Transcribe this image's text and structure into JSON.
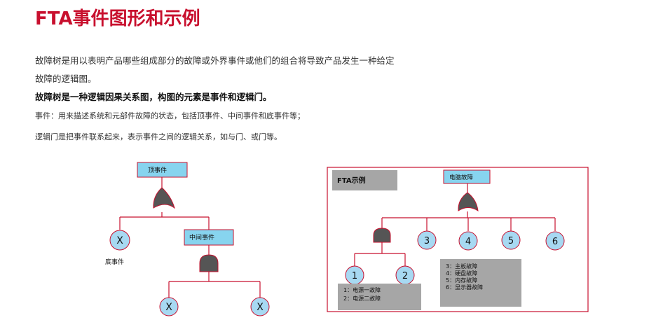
{
  "title": "FTA事件图形和示例",
  "paragraphs": {
    "line1": "故障树是用以表明产品哪些组成部分的故障或外界事件或他们的组合将导致产品发生一种给定",
    "line2": "故障的逻辑图。",
    "line3": "故障树是一种逻辑因果关系图，构图的元素是事件和逻辑门。",
    "line4": "事件：用来描述系统和元部件故障的状态，包括顶事件、中间事件和底事件等；",
    "line5": "逻辑门是把事件联系起来，表示事件之间的逻辑关系，如与门、或门等。"
  },
  "left_diagram": {
    "top_event": "顶事件",
    "middle_event": "中间事件",
    "bottom_event_label": "底事件",
    "basic_event_symbol": "X"
  },
  "example": {
    "label": "FTA示例",
    "top_event": "电脑故障",
    "events": [
      "1",
      "2",
      "3",
      "4",
      "5",
      "6"
    ],
    "legend_a": [
      "1：电源一故障",
      "2：电源二故障"
    ],
    "legend_b": [
      "3：主板故障",
      "4：硬盘故障",
      "5：内存故障",
      "6：显示器故障"
    ]
  },
  "colors": {
    "title": "#c8102e",
    "line": "#c8102e",
    "event_box": "#87d4ef",
    "circle_fill": "#a7d9f2",
    "gate": "#555555",
    "legend_bg": "#a6a6a6"
  }
}
